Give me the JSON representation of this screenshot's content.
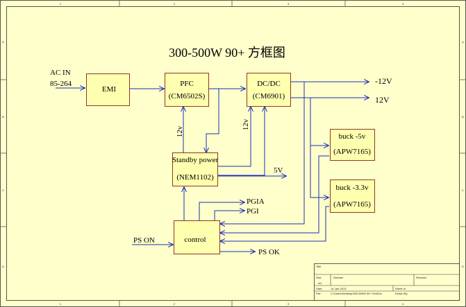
{
  "title": "300-500W 90+ 方框图",
  "blocks": {
    "emi": {
      "label": "EMI"
    },
    "pfc": {
      "label": "PFC",
      "part": "(CM6502S)"
    },
    "dcdc": {
      "label": "DC/DC",
      "part": "(CM6901)"
    },
    "standby": {
      "label": "Standby power",
      "part": "(NEM1102)"
    },
    "control": {
      "label": "control"
    },
    "buck5": {
      "label": "buck -5v",
      "part": "(APW7165)"
    },
    "buck33": {
      "label": "buck -3.3v",
      "part": "(APW7165)"
    }
  },
  "signals": {
    "ac_in": "AC IN",
    "ac_range": "85-264",
    "out_neg12": "-12V",
    "out_12": "12V",
    "v12_pfc": "12v",
    "v12_dcdc": "12v",
    "v5": "5V",
    "pgia": "PGIA",
    "pgi": "PGI",
    "ps_on": "PS ON",
    "ps_ok": "PS OK"
  },
  "frame": {
    "cols": [
      "1",
      "2",
      "3",
      "4"
    ],
    "rows": [
      "A",
      "B",
      "C",
      "D"
    ]
  },
  "title_block": {
    "title": "Title",
    "size": "Size",
    "size_value": "A4",
    "number": "Number",
    "revision": "Revision",
    "date": "Date:",
    "date_value": "14-Jan-2013",
    "sheet": "Sheet  of",
    "file": "File:",
    "file_value": "C:\\Users\\Desktop\\300-500W 90+.SchDoc",
    "drawn_by": "Drawn By:"
  },
  "colors": {
    "sheet_fill": "#ffffcc",
    "block_fill": "#ffffb0",
    "block_stroke": "#8b3a1a",
    "wire": "#1a2fb4",
    "frame": "#555555"
  }
}
